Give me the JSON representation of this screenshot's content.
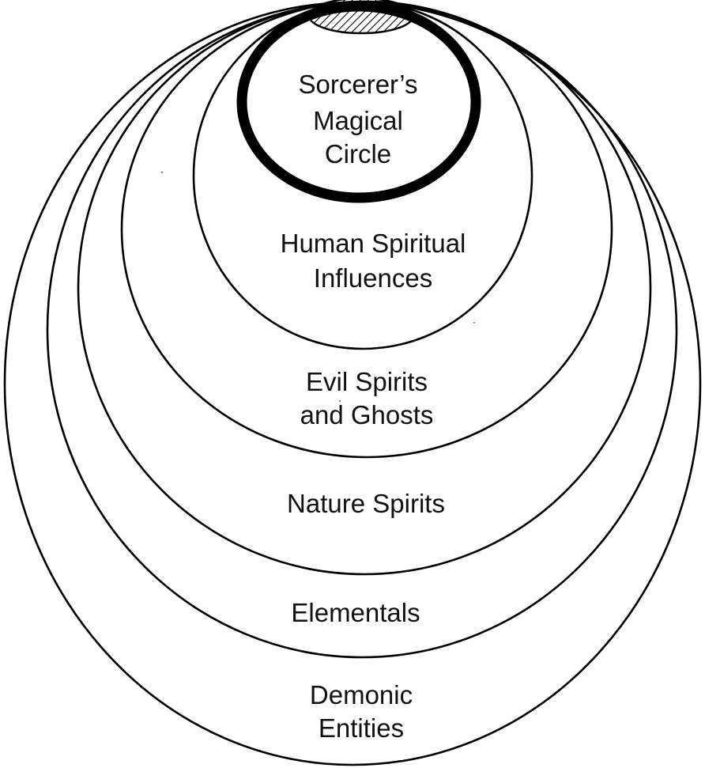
{
  "diagram": {
    "labels": {
      "sorcerer_line1": "Sorcerer’s",
      "sorcerer_line2": "Magical",
      "sorcerer_line3": "Circle",
      "human_line1": "Human Spiritual",
      "human_line2": "Influences",
      "evil_line1": "Evil Spirits",
      "evil_line2": "and Ghosts",
      "nature_line1": "Nature Spirits",
      "elementals_line1": "Elementals",
      "demonic_line1": "Demonic",
      "demonic_line2": "Entities"
    },
    "colors": {
      "line": "#000000",
      "background": "#ffffff",
      "text": "#111111"
    }
  }
}
